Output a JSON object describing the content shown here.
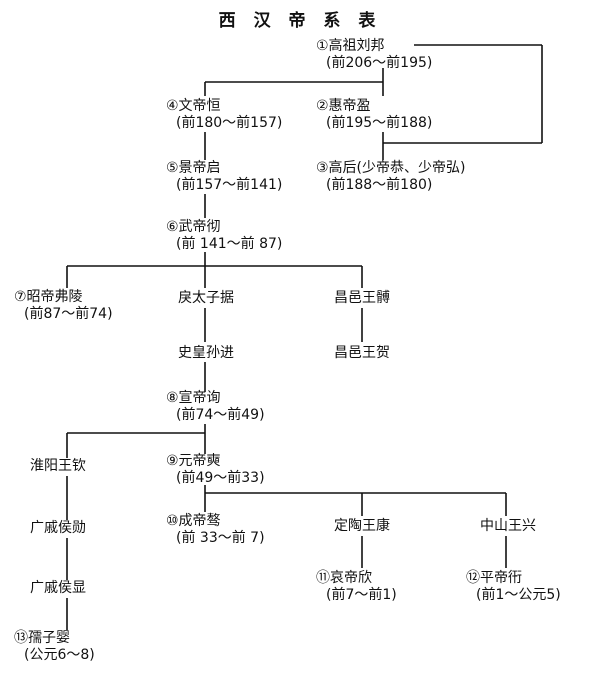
{
  "title": "西 汉 帝 系 表",
  "nodes": {
    "gaozu": {
      "name": "①高祖刘邦",
      "dates": "(前206～前195)"
    },
    "huidi": {
      "name": "②惠帝盈",
      "dates": "(前195～前188)"
    },
    "gaohou": {
      "name": "③高后(少帝恭、少帝弘)",
      "dates": "(前188～前180)"
    },
    "wendi": {
      "name": "④文帝恒",
      "dates": "(前180～前157)"
    },
    "jingdi": {
      "name": "⑤景帝启",
      "dates": "(前157～前141)"
    },
    "wudi": {
      "name": "⑥武帝彻",
      "dates": "(前 141～前 87)"
    },
    "zhaodi": {
      "name": "⑦昭帝弗陵",
      "dates": "(前87～前74)"
    },
    "lijuju": {
      "name": "戾太子据"
    },
    "changyi_bo": {
      "name": "昌邑王髆"
    },
    "shihuangsun": {
      "name": "史皇孙进"
    },
    "changyi_he": {
      "name": "昌邑王贺"
    },
    "xuandi": {
      "name": "⑧宣帝询",
      "dates": "(前74～前49)"
    },
    "huaiyang": {
      "name": "淮阳王钦"
    },
    "yuandi": {
      "name": "⑨元帝奭",
      "dates": "(前49～前33)"
    },
    "chengdi": {
      "name": "⑩成帝骜",
      "dates": "(前 33～前 7)"
    },
    "dingtao": {
      "name": "定陶王康"
    },
    "zhongshan": {
      "name": "中山王兴"
    },
    "guangqi_xun": {
      "name": "广戚侯勋"
    },
    "aidi": {
      "name": "⑪哀帝欣",
      "dates": "(前7～前1)"
    },
    "pingdi": {
      "name": "⑫平帝衎",
      "dates": "(前1～公元5)"
    },
    "guangqi_xian": {
      "name": "广戚侯显"
    },
    "ruzi": {
      "name": "⑬孺子婴",
      "dates": "(公元6～8)"
    }
  }
}
